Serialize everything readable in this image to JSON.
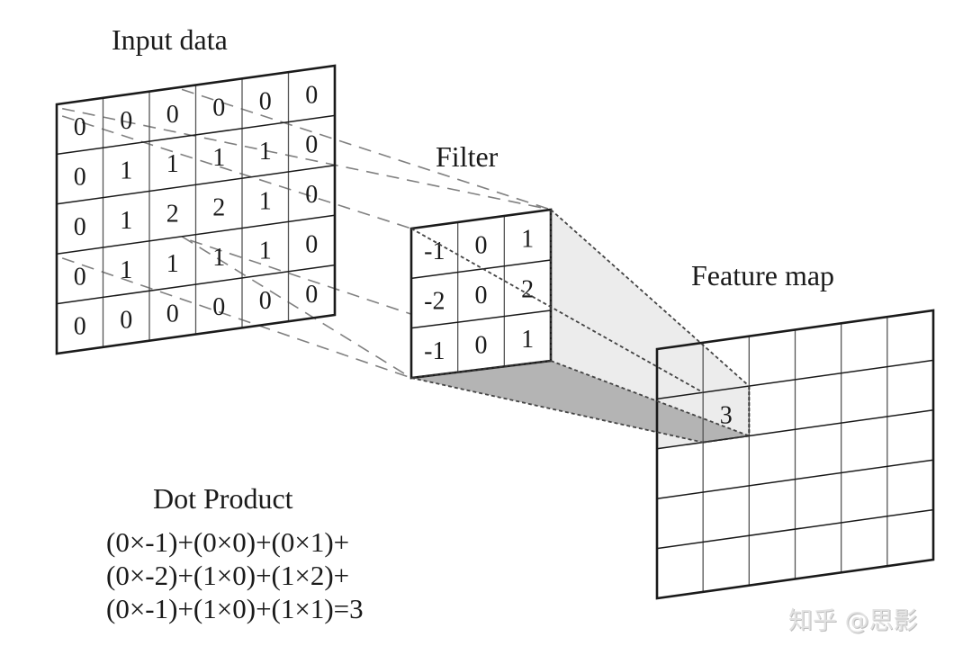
{
  "labels": {
    "input": "Input data",
    "filter": "Filter",
    "feature_map": "Feature map",
    "dot_product_title": "Dot Product"
  },
  "input_data": [
    [
      0,
      0,
      0,
      0,
      0,
      0
    ],
    [
      0,
      1,
      1,
      1,
      1,
      0
    ],
    [
      0,
      1,
      2,
      2,
      1,
      0
    ],
    [
      0,
      1,
      1,
      1,
      1,
      0
    ],
    [
      0,
      0,
      0,
      0,
      0,
      0
    ]
  ],
  "filter": [
    [
      -1,
      0,
      1
    ],
    [
      -2,
      0,
      2
    ],
    [
      -1,
      0,
      1
    ]
  ],
  "feature_map": {
    "rows": 5,
    "cols": 6,
    "highlight": {
      "row": 1,
      "col": 1,
      "value": "3"
    }
  },
  "dot_product_lines": [
    "(0×-1)+(0×0)+(0×1)+",
    "(0×-2)+(1×0)+(1×2)+",
    "(0×-1)+(1×0)+(1×1)=3"
  ],
  "watermark": "知乎 @思影",
  "colors": {
    "line": "#1a1a1a",
    "dash": "#808080",
    "light_face": "#ececec",
    "dark_face": "#b4b4b4"
  }
}
